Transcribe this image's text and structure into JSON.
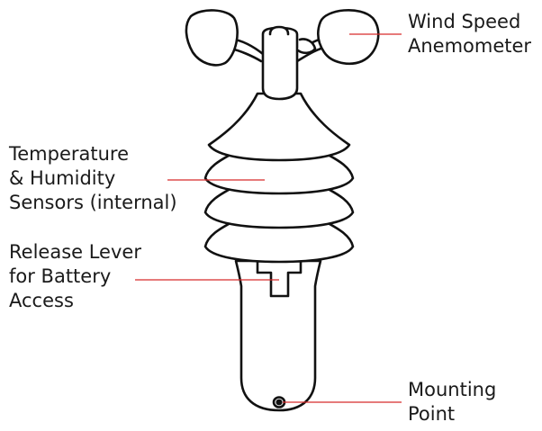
{
  "labels": {
    "wind_speed": [
      "Wind Speed",
      "Anemometer"
    ],
    "temp_humidity": [
      "Temperature",
      "& Humidity",
      "Sensors (internal)"
    ],
    "release_lever": [
      "Release Lever",
      "for Battery",
      "Access"
    ],
    "mounting_point": [
      "Mounting",
      "Point"
    ]
  },
  "colors": {
    "outline": "#111111",
    "leader": "#d62b2b",
    "fill": "#ffffff"
  }
}
